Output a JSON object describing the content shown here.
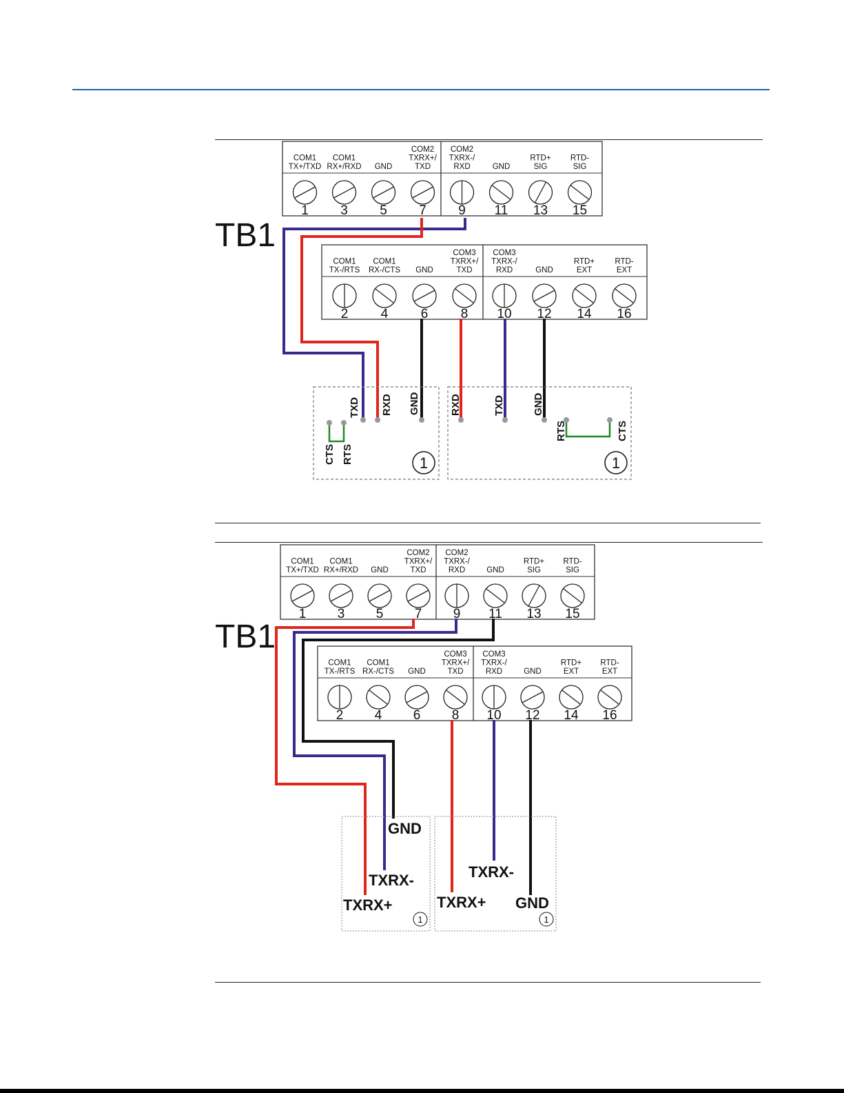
{
  "colors": {
    "accent": "#1f5fae",
    "red_wire": "#e0261c",
    "purple_wire": "#3a2a8c",
    "black_wire": "#111111",
    "green_jumper": "#1a8a2a"
  },
  "shared": {
    "tb1_label": "TB1",
    "terminal_block_top": {
      "headers": [
        [
          "COM1",
          "TX+/TXD"
        ],
        [
          "COM1",
          "RX+/RXD"
        ],
        [
          "GND"
        ],
        [
          "COM2",
          "TXRX+/",
          "TXD"
        ],
        [
          "COM2",
          "TXRX-/",
          "RXD"
        ],
        [
          "GND"
        ],
        [
          "RTD+",
          "SIG"
        ],
        [
          "RTD-",
          "SIG"
        ]
      ],
      "numbers": [
        "1",
        "3",
        "5",
        "7",
        "9",
        "11",
        "13",
        "15"
      ]
    },
    "terminal_block_bottom": {
      "headers": [
        [
          "COM1",
          "TX-/RTS"
        ],
        [
          "COM1",
          "RX-/CTS"
        ],
        [
          "GND"
        ],
        [
          "COM3",
          "TXRX+/",
          "TXD"
        ],
        [
          "COM3",
          "TXRX-/",
          "RXD"
        ],
        [
          "GND"
        ],
        [
          "RTD+",
          "EXT"
        ],
        [
          "RTD-",
          "EXT"
        ]
      ],
      "numbers": [
        "2",
        "4",
        "6",
        "8",
        "10",
        "12",
        "14",
        "16"
      ]
    },
    "callout": "1"
  },
  "diagram1": {
    "device_left": {
      "labels": {
        "txd": "TXD",
        "rxd": "RXD",
        "gnd": "GND",
        "cts": "CTS",
        "rts": "RTS"
      }
    },
    "device_right": {
      "labels": {
        "rxd": "RXD",
        "txd": "TXD",
        "gnd": "GND",
        "rts": "RTS",
        "cts": "CTS"
      }
    }
  },
  "diagram2": {
    "device_left": {
      "labels": {
        "gnd": "GND",
        "txrx_minus": "TXRX-",
        "txrx_plus": "TXRX+"
      }
    },
    "device_right": {
      "labels": {
        "txrx_minus": "TXRX-",
        "txrx_plus": "TXRX+",
        "gnd": "GND"
      }
    }
  }
}
